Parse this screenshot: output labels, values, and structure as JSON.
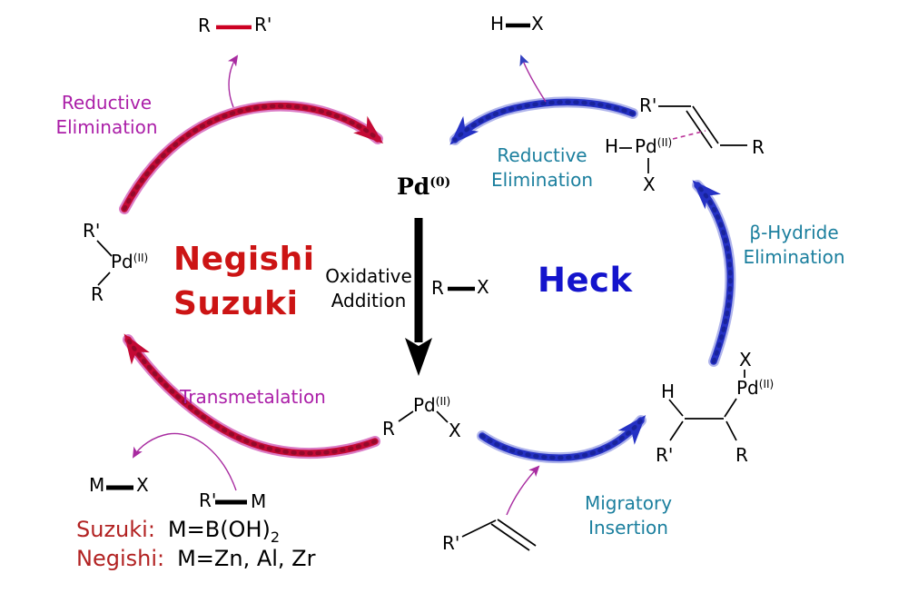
{
  "canvas": {
    "background": "#ffffff"
  },
  "colors": {
    "left_cycle_arrow": "#c40a35",
    "left_cycle_halo": "#c738a8",
    "right_cycle_arrow": "#2531c4",
    "right_cycle_halo": "#7a82dd",
    "magenta_label": "#ab1fa8",
    "teal_label": "#1b7f9e",
    "negishi_suzuki_title": "#cc1414",
    "heck_title": "#1414cc",
    "legend_name_color": "#b22222",
    "thin_arrow": "#a82ba0",
    "rr_bond_red": "#cc0022",
    "bond_black": "#000000"
  },
  "titles": {
    "negishi": "Negishi",
    "suzuki": "Suzuki",
    "heck": "Heck"
  },
  "center": {
    "pd0": "Pd",
    "pd0_sup": "(0)",
    "oxidative_addition": {
      "l1": "Oxidative",
      "l2": "Addition"
    },
    "rx": {
      "a": "R",
      "b": "X"
    }
  },
  "steps": {
    "left_reductive": {
      "l1": "Reductive",
      "l2": "Elimination"
    },
    "right_reductive": {
      "l1": "Reductive",
      "l2": "Elimination"
    },
    "beta_hydride": {
      "l1": "β-Hydride",
      "l2": "Elimination"
    },
    "migratory": {
      "l1": "Migratory",
      "l2": "Insertion"
    },
    "transmetalation": "Transmetalation"
  },
  "molecules": {
    "coupling_product": {
      "a": "R",
      "b": "R'"
    },
    "hx_byproduct": {
      "a": "H",
      "b": "X"
    },
    "metal_halide": {
      "a": "M",
      "b": "X"
    },
    "organometallic": {
      "a": "R'",
      "b": "M"
    }
  },
  "structures": {
    "diorganyl_pd": {
      "r1": "R'",
      "pd": "Pd",
      "ox": "(II)",
      "r2": "R"
    },
    "hydride_pd_alkene": {
      "r1": "R'",
      "h": "H",
      "pd": "Pd",
      "ox": "(II)",
      "x": "X",
      "r2": "R"
    },
    "oxidative_adduct": {
      "r": "R",
      "pd": "Pd",
      "ox": "(II)",
      "x": "X"
    },
    "alkyl_pd": {
      "x": "X",
      "pd": "Pd",
      "ox": "(II)",
      "h": "H",
      "r1": "R'",
      "r2": "R"
    },
    "alkene": {
      "r": "R'"
    }
  },
  "legend": {
    "suzuki_name": "Suzuki:",
    "suzuki_formula": "M=B(OH)",
    "suzuki_formula_sub": "2",
    "negishi_name": "Negishi:",
    "negishi_formula": "M=Zn, Al, Zr"
  }
}
